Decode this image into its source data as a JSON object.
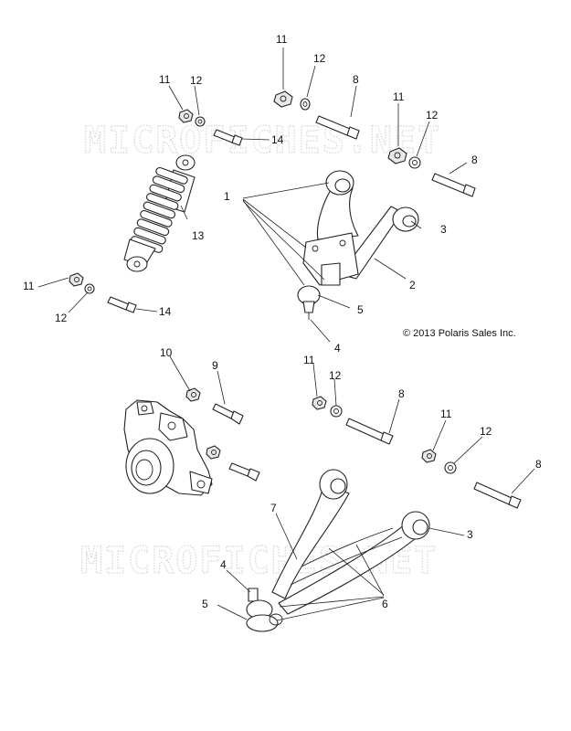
{
  "watermark": "MICROFICHES.NET",
  "copyright": "© 2013 Polaris Sales Inc.",
  "callouts": {
    "c1": "1",
    "c2": "2",
    "c3a": "3",
    "c3b": "3",
    "c4a": "4",
    "c4b": "4",
    "c5a": "5",
    "c5b": "5",
    "c6": "6",
    "c7": "7",
    "c8a": "8",
    "c8b": "8",
    "c8c": "8",
    "c8d": "8",
    "c9": "9",
    "c10": "10",
    "c11a": "11",
    "c11b": "11",
    "c11c": "11",
    "c11d": "11",
    "c11e": "11",
    "c11f": "11",
    "c12a": "12",
    "c12b": "12",
    "c12c": "12",
    "c12d": "12",
    "c12e": "12",
    "c12f": "12",
    "c13": "13",
    "c14a": "14",
    "c14b": "14"
  }
}
